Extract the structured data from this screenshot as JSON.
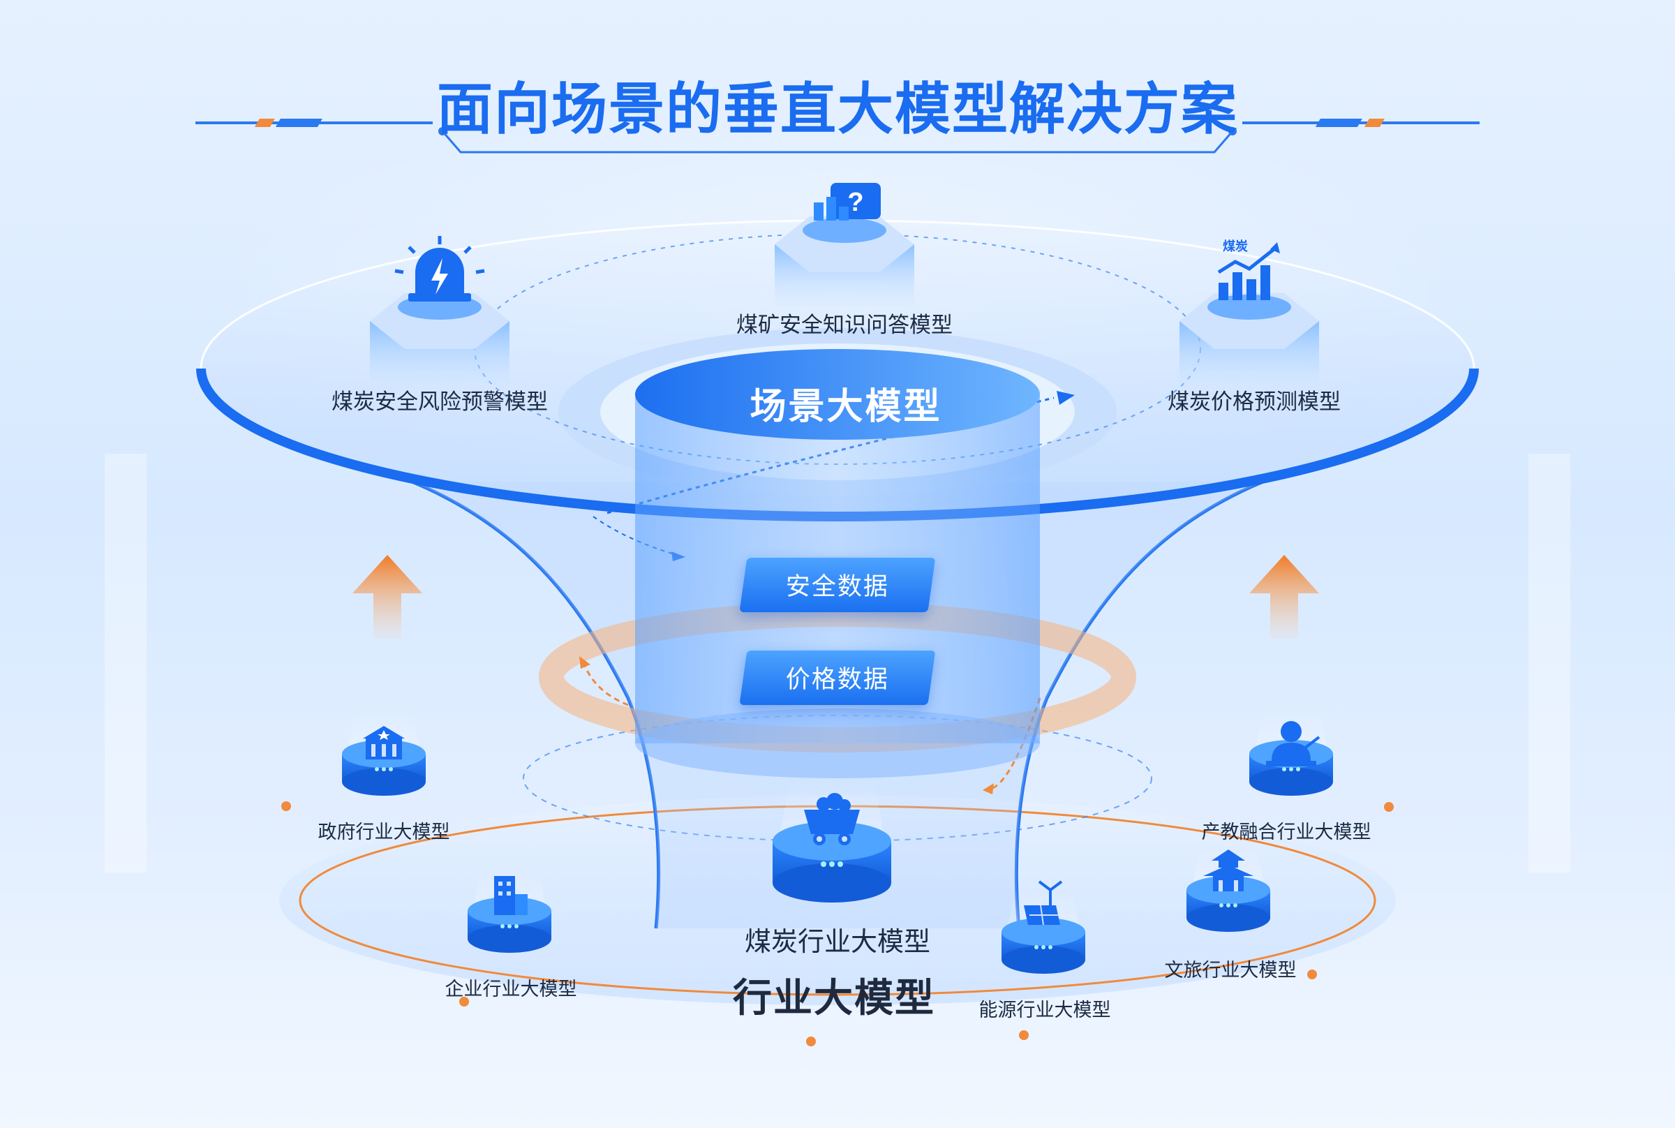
{
  "title": "面向场景的垂直大模型解决方案",
  "scene_layer": {
    "center_label": "场景大模型",
    "models": [
      {
        "label": "煤炭安全风险预警模型",
        "icon": "alarm-icon"
      },
      {
        "label": "煤矿安全知识问答模型",
        "icon": "qa-chat-icon"
      },
      {
        "label": "煤炭价格预测模型",
        "icon": "coal-price-chart-icon",
        "icon_text": "煤炭"
      }
    ]
  },
  "data_buttons": [
    "安全数据",
    "价格数据"
  ],
  "industry_layer": {
    "center_label": "行业大模型",
    "core_model": {
      "label": "煤炭行业大模型",
      "icon": "mine-cart-icon"
    },
    "models": [
      {
        "label": "政府行业大模型",
        "icon": "government-building-icon"
      },
      {
        "label": "企业行业大模型",
        "icon": "office-building-icon"
      },
      {
        "label": "能源行业大模型",
        "icon": "wind-solar-icon"
      },
      {
        "label": "文旅行业大模型",
        "icon": "pavilion-icon"
      },
      {
        "label": "产教融合行业大模型",
        "icon": "teacher-icon"
      }
    ]
  },
  "colors": {
    "primary": "#1a6cf0",
    "accent": "#f08a3c",
    "text": "#1c2a44"
  }
}
